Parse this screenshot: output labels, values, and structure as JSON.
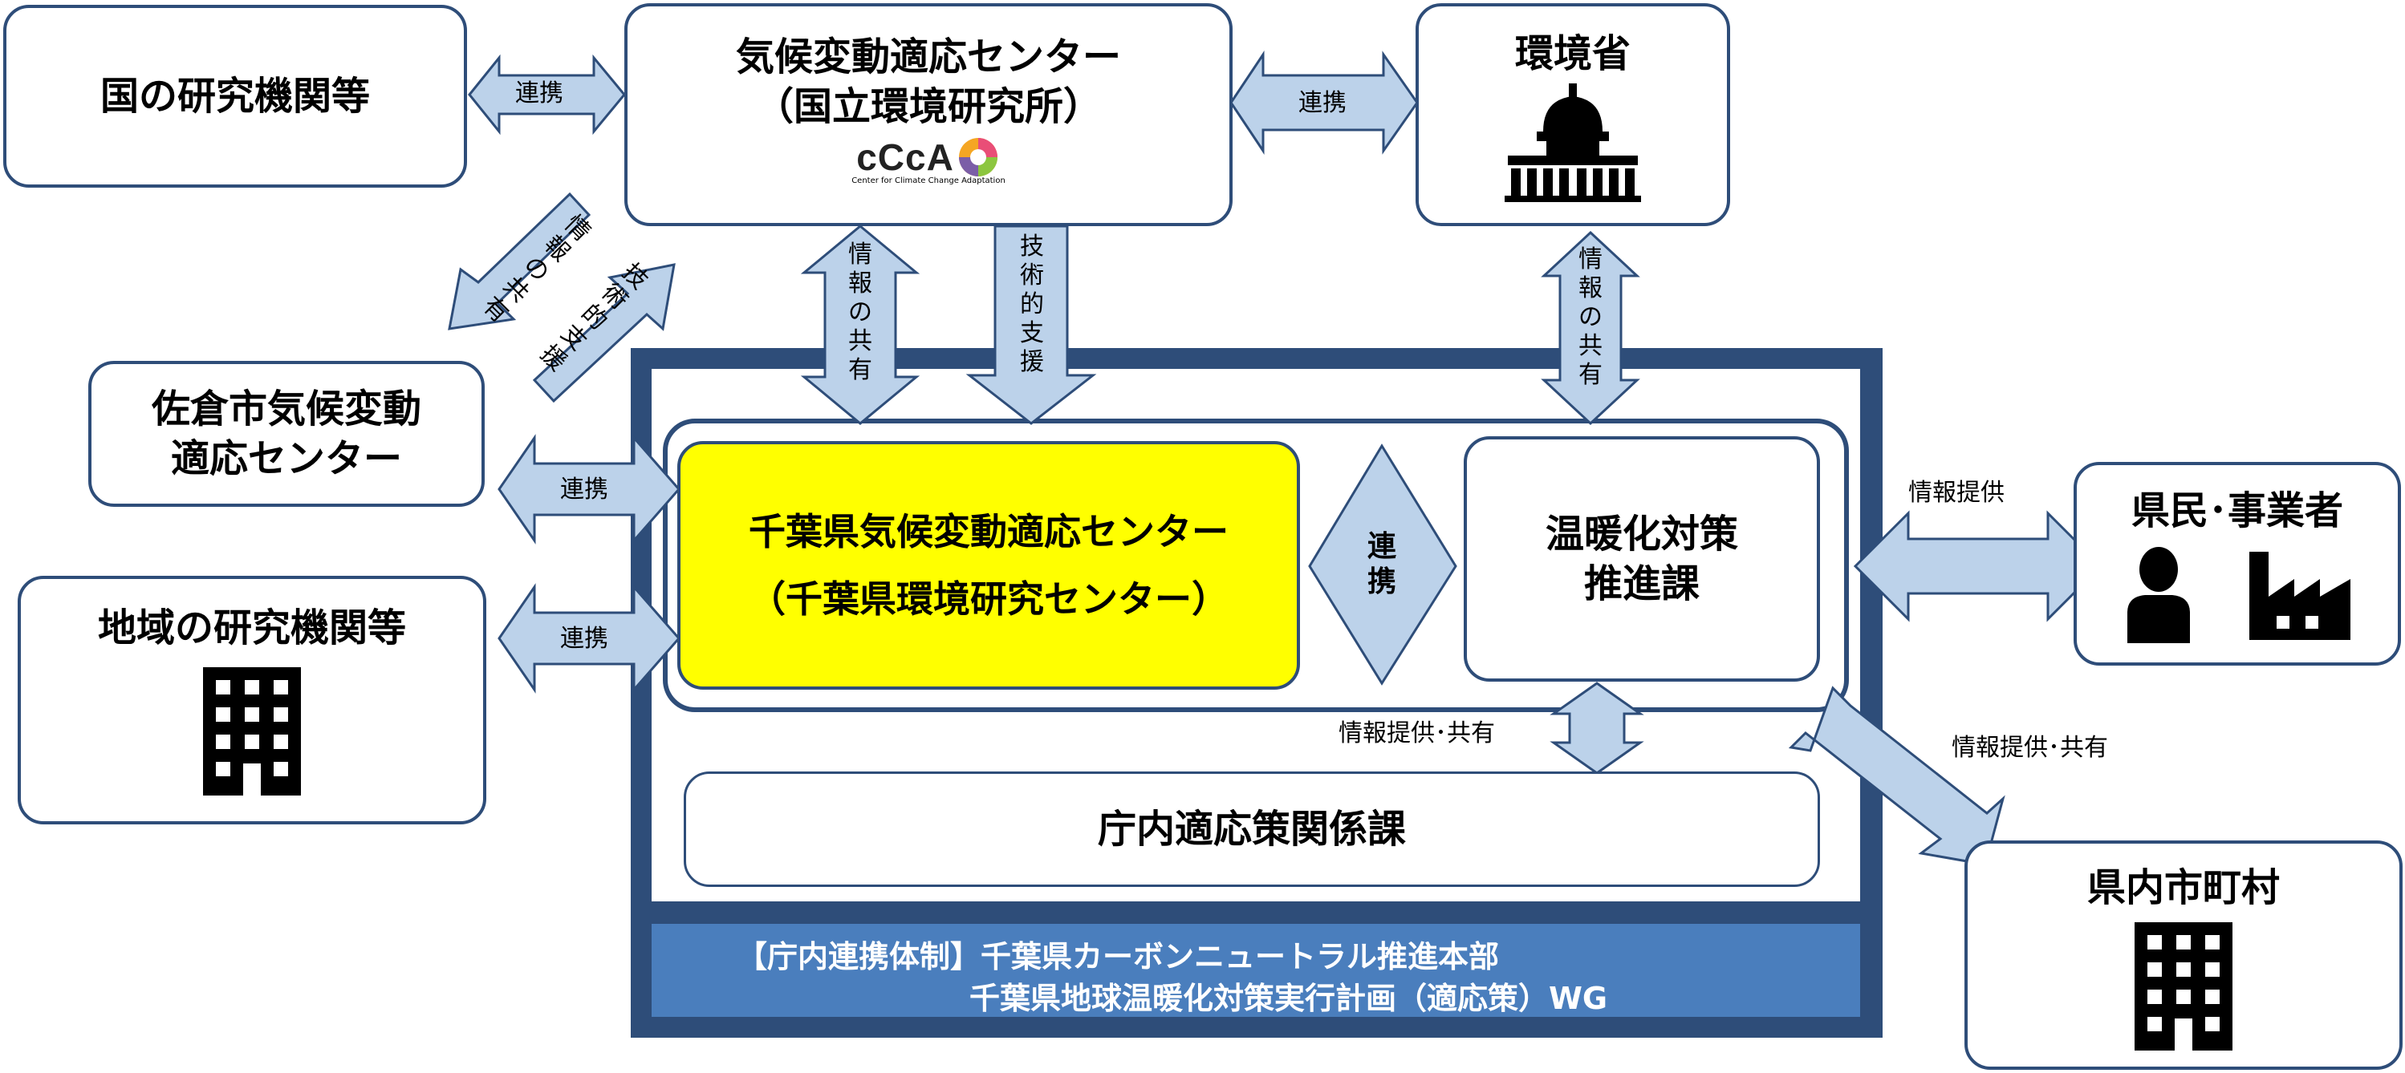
{
  "nodes": {
    "national_research": "国の研究機関等",
    "ccca_line1": "気候変動適応センター",
    "ccca_line2": "（国立環境研究所）",
    "ccca_logo_text": "cCcA",
    "ccca_logo_sub": "Center for Climate Change Adaptation",
    "moe": "環境省",
    "sakura_line1": "佐倉市気候変動",
    "sakura_line2": "適応センター",
    "regional_research": "地域の研究機関等",
    "chiba_center_line1": "千葉県気候変動適応センター",
    "chiba_center_line2": "（千葉県環境研究センター）",
    "warming_line1": "温暖化対策",
    "warming_line2": "推進課",
    "agencies": "庁内適応策関係課",
    "citizens": "県民･事業者",
    "municipalities": "県内市町村",
    "banner_line1": "【庁内連携体制】千葉県カーボンニュートラル推進本部",
    "banner_line2": "千葉県地球温暖化対策実行計画（適応策）WG"
  },
  "labels": {
    "renkei_1": "連携",
    "renkei_2": "連携",
    "renkei_3": "連携",
    "renkei_4": "連携",
    "renkei_inner": "連携",
    "info_share_ccca": "情報の共有",
    "tech_support_ccca": "技術的支援",
    "info_share_moe": "情報の共有",
    "diag_info_share": "情報の共有",
    "diag_tech_support": "技術的支援",
    "info_provide": "情報提供",
    "info_provide_share_1": "情報提供･共有",
    "info_provide_share_2": "情報提供･共有"
  },
  "colors": {
    "border": "#2e4d79",
    "arrow_fill": "#bcd2ea",
    "highlight": "#ffff00",
    "banner": "#4a7ebd"
  }
}
